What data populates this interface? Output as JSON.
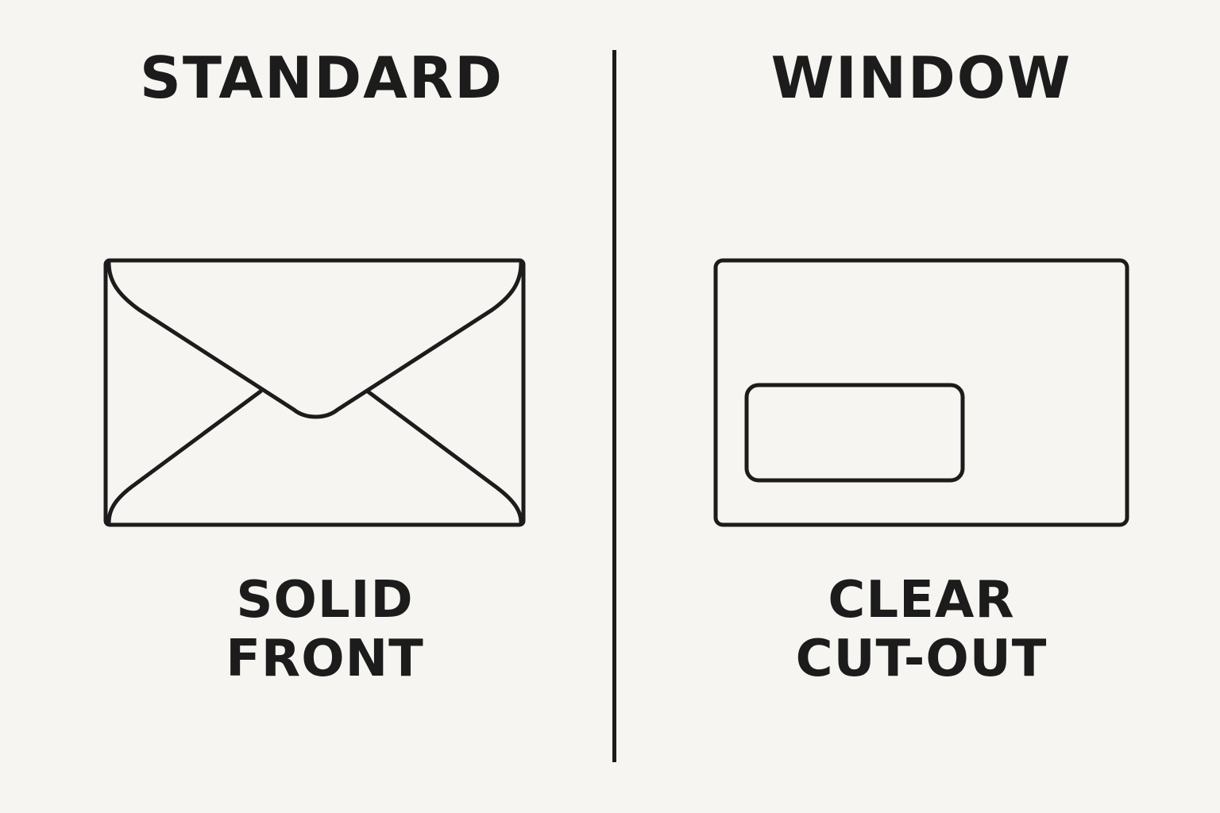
{
  "left_panel": {
    "title": "STANDARD",
    "caption_lines": [
      "SOLID",
      "FRONT"
    ],
    "icon": "envelope-back-icon"
  },
  "right_panel": {
    "title": "WINDOW",
    "caption_lines": [
      "CLEAR",
      "CUT-OUT"
    ],
    "icon": "window-envelope-icon"
  },
  "colors": {
    "background": "#f6f5f1",
    "ink": "#1c1c1c"
  }
}
